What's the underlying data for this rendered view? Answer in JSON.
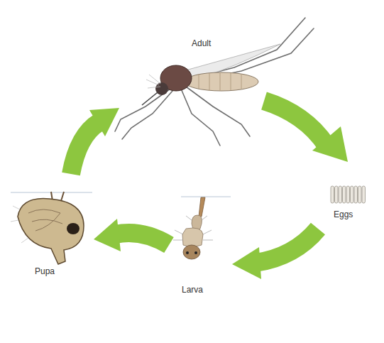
{
  "diagram": {
    "labels": [
      "Adult",
      "Eggs",
      "Larva",
      "Pupa"
    ]
  }
}
